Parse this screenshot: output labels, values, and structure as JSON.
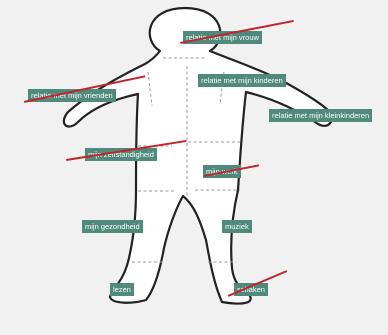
{
  "figure": {
    "outline_color": "#222222",
    "divider_color": "#9a9a9a",
    "label_bg": "#4f8a7c",
    "label_text_color": "#ffffff",
    "strike_color": "#c0262b"
  },
  "labels": [
    {
      "key": "wife",
      "text": "relatie met mijn vrouw",
      "crossed_out": true
    },
    {
      "key": "children",
      "text": "relatie met mijn kinderen",
      "crossed_out": false
    },
    {
      "key": "friends",
      "text": "relatie met mijn vrienden",
      "crossed_out": true
    },
    {
      "key": "grandchildren",
      "text": "relatie met mijn kleinkinderen",
      "crossed_out": false
    },
    {
      "key": "independence",
      "text": "mijn zelfstandigheid",
      "crossed_out": true
    },
    {
      "key": "work",
      "text": "mijn werk",
      "crossed_out": true
    },
    {
      "key": "health",
      "text": "mijn gezondheid",
      "crossed_out": false
    },
    {
      "key": "music",
      "text": "muziek",
      "crossed_out": false
    },
    {
      "key": "reading",
      "text": "lezen",
      "crossed_out": false
    },
    {
      "key": "chess",
      "text": "schaken",
      "crossed_out": true
    }
  ]
}
